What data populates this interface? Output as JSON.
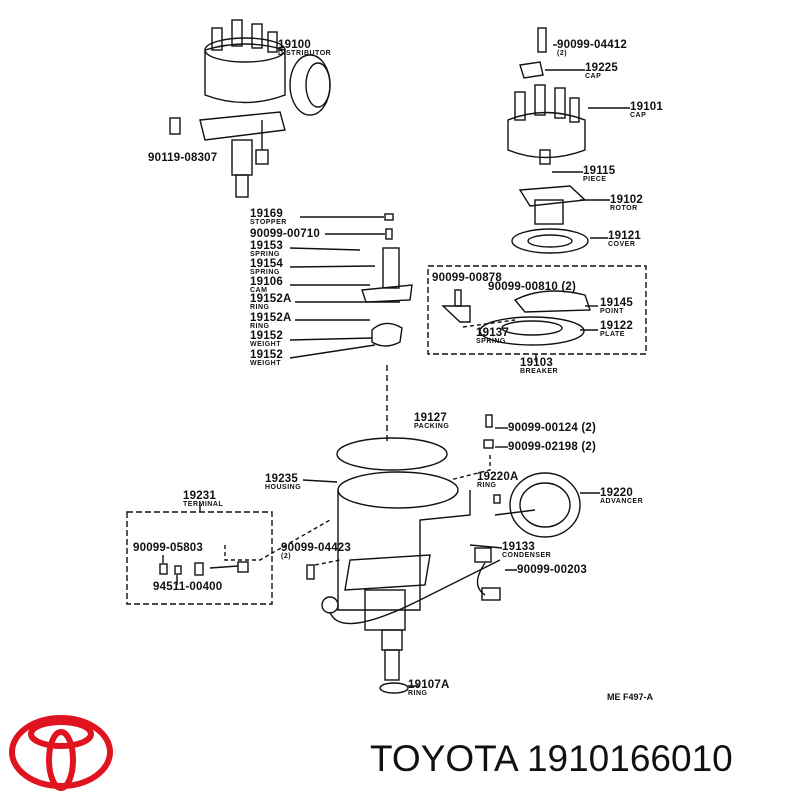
{
  "diagram": {
    "labels": [
      {
        "id": "p19100",
        "num": "19100",
        "desc": "DISTRIBUTOR"
      },
      {
        "id": "p90119-08307",
        "num": "90119-08307",
        "desc": ""
      },
      {
        "id": "p90099-04412",
        "num": "90099-04412",
        "desc": "(2)"
      },
      {
        "id": "p19225",
        "num": "19225",
        "desc": "CAP"
      },
      {
        "id": "p19101",
        "num": "19101",
        "desc": "CAP"
      },
      {
        "id": "p19115",
        "num": "19115",
        "desc": "PIECE"
      },
      {
        "id": "p19102",
        "num": "19102",
        "desc": "ROTOR"
      },
      {
        "id": "p19121",
        "num": "19121",
        "desc": "COVER"
      },
      {
        "id": "p19169",
        "num": "19169",
        "desc": "STOPPER"
      },
      {
        "id": "p90099-00710",
        "num": "90099-00710",
        "desc": ""
      },
      {
        "id": "p19153",
        "num": "19153",
        "desc": "SPRING"
      },
      {
        "id": "p19154",
        "num": "19154",
        "desc": "SPRING"
      },
      {
        "id": "p19106",
        "num": "19106",
        "desc": "CAM"
      },
      {
        "id": "p19152A-1",
        "num": "19152A",
        "desc": "RING"
      },
      {
        "id": "p19152A-2",
        "num": "19152A",
        "desc": "RING"
      },
      {
        "id": "p19152-1",
        "num": "19152",
        "desc": "WEIGHT"
      },
      {
        "id": "p19152-2",
        "num": "19152",
        "desc": "WEIGHT"
      },
      {
        "id": "p90099-00878",
        "num": "90099-00878",
        "desc": ""
      },
      {
        "id": "p90099-00810",
        "num": "90099-00810 (2)",
        "desc": ""
      },
      {
        "id": "p19145",
        "num": "19145",
        "desc": "POINT"
      },
      {
        "id": "p19122",
        "num": "19122",
        "desc": "PLATE"
      },
      {
        "id": "p19137",
        "num": "19137",
        "desc": "SPRING"
      },
      {
        "id": "p19103",
        "num": "19103",
        "desc": "BREAKER"
      },
      {
        "id": "p19127",
        "num": "19127",
        "desc": "PACKING"
      },
      {
        "id": "p90099-00124",
        "num": "90099-00124 (2)",
        "desc": ""
      },
      {
        "id": "p90099-02198",
        "num": "90099-02198 (2)",
        "desc": ""
      },
      {
        "id": "p19235",
        "num": "19235",
        "desc": "HOUSING"
      },
      {
        "id": "p19220A",
        "num": "19220A",
        "desc": "RING"
      },
      {
        "id": "p19220",
        "num": "19220",
        "desc": "ADVANCER"
      },
      {
        "id": "p19231",
        "num": "19231",
        "desc": "TERMINAL"
      },
      {
        "id": "p90099-05803",
        "num": "90099-05803",
        "desc": ""
      },
      {
        "id": "p94511-00400",
        "num": "94511-00400",
        "desc": ""
      },
      {
        "id": "p90099-04423",
        "num": "90099-04423",
        "desc": "(2)"
      },
      {
        "id": "p19133",
        "num": "19133",
        "desc": "CONDENSER"
      },
      {
        "id": "p90099-00203",
        "num": "90099-00203",
        "desc": ""
      },
      {
        "id": "p19107A",
        "num": "19107A",
        "desc": "RING"
      }
    ],
    "drawing_code": "ME  F497-A"
  },
  "caption": {
    "brand": "TOYOTA",
    "part_number": "1910166010"
  },
  "colors": {
    "logo": "#e0141e",
    "ink": "#111111"
  }
}
